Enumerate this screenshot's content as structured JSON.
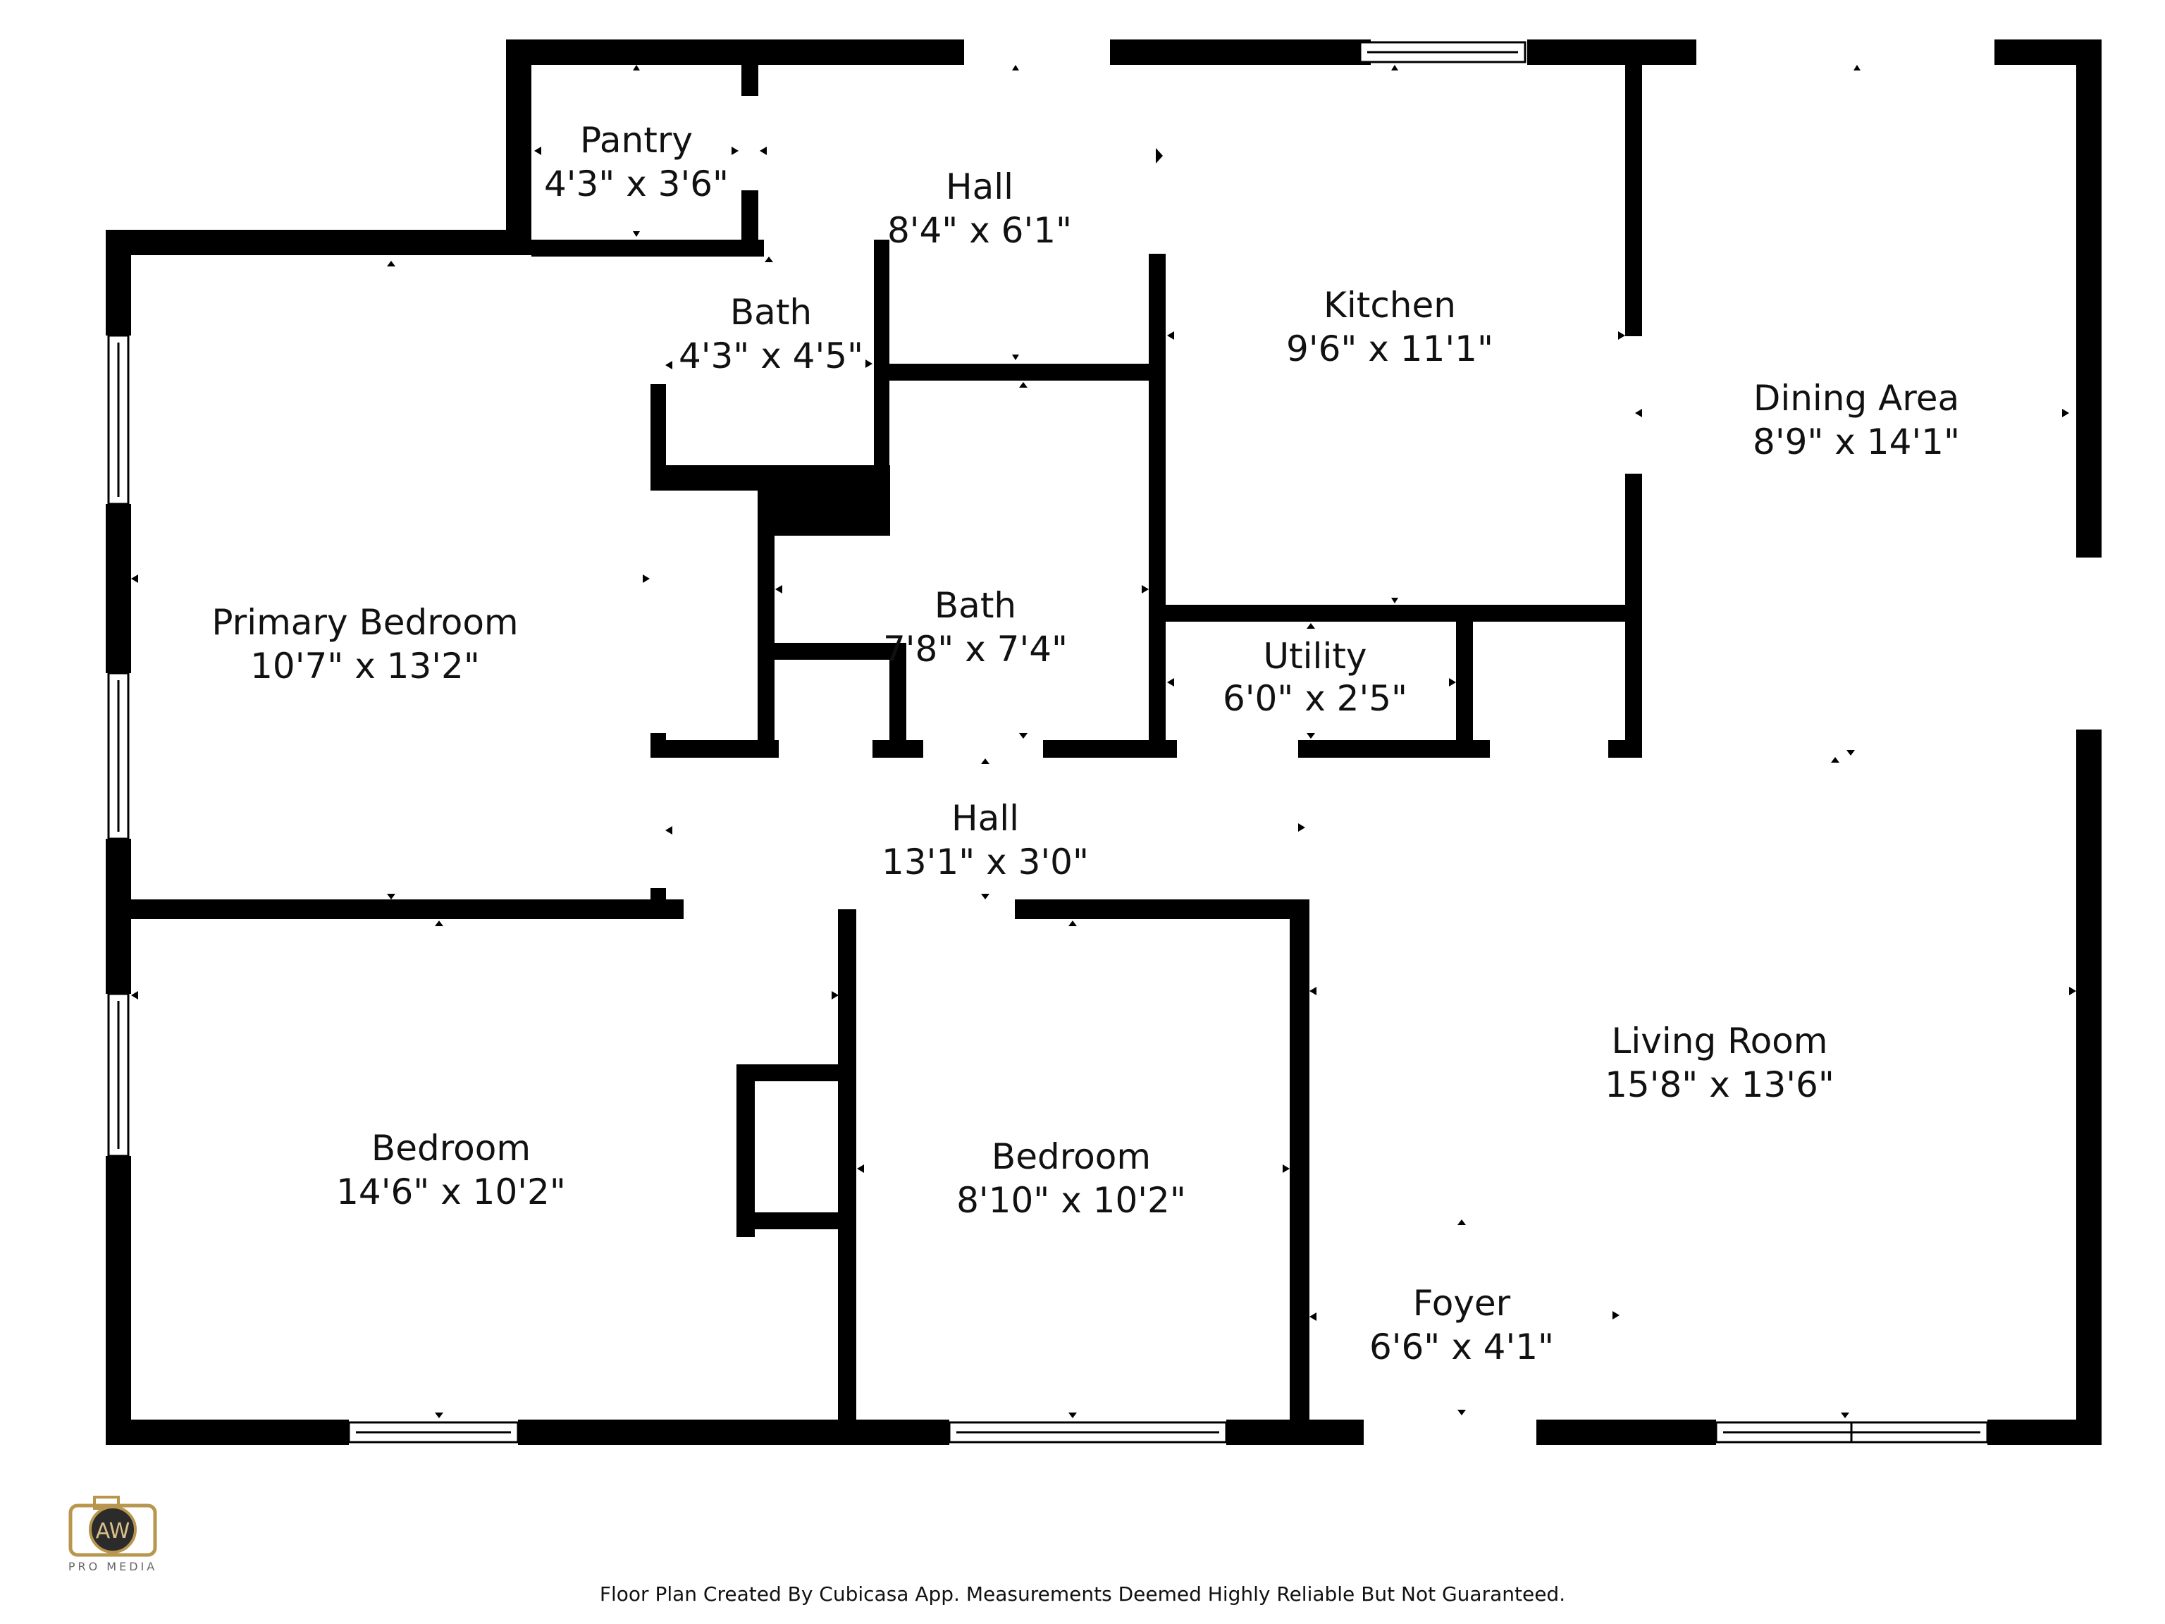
{
  "rooms": {
    "pantry": {
      "name": "Pantry",
      "dims": "4'3\" x 3'6\""
    },
    "hall_top": {
      "name": "Hall",
      "dims": "8'4\" x 6'1\""
    },
    "kitchen": {
      "name": "Kitchen",
      "dims": "9'6\" x 11'1\""
    },
    "dining": {
      "name": "Dining Area",
      "dims": "8'9\" x 14'1\""
    },
    "bath_small": {
      "name": "Bath",
      "dims": "4'3\" x 4'5\""
    },
    "primary": {
      "name": "Primary Bedroom",
      "dims": "10'7\" x 13'2\""
    },
    "bath_main": {
      "name": "Bath",
      "dims": "7'8\" x 7'4\""
    },
    "utility": {
      "name": "Utility",
      "dims": "6'0\" x 2'5\""
    },
    "hall_mid": {
      "name": "Hall",
      "dims": "13'1\" x 3'0\""
    },
    "living": {
      "name": "Living Room",
      "dims": "15'8\" x 13'6\""
    },
    "bedroom_left": {
      "name": "Bedroom",
      "dims": "14'6\" x 10'2\""
    },
    "bedroom_mid": {
      "name": "Bedroom",
      "dims": "8'10\" x 10'2\""
    },
    "foyer": {
      "name": "Foyer",
      "dims": "6'6\" x 4'1\""
    }
  },
  "logo": {
    "monogram": "AW",
    "caption": "PRO MEDIA"
  },
  "footer": {
    "disclaimer": "Floor Plan Created By Cubicasa App. Measurements Deemed Highly Reliable But Not Guaranteed."
  },
  "colors": {
    "wall": "#000000",
    "background": "#ffffff",
    "logo_gold": "#b8964e"
  }
}
